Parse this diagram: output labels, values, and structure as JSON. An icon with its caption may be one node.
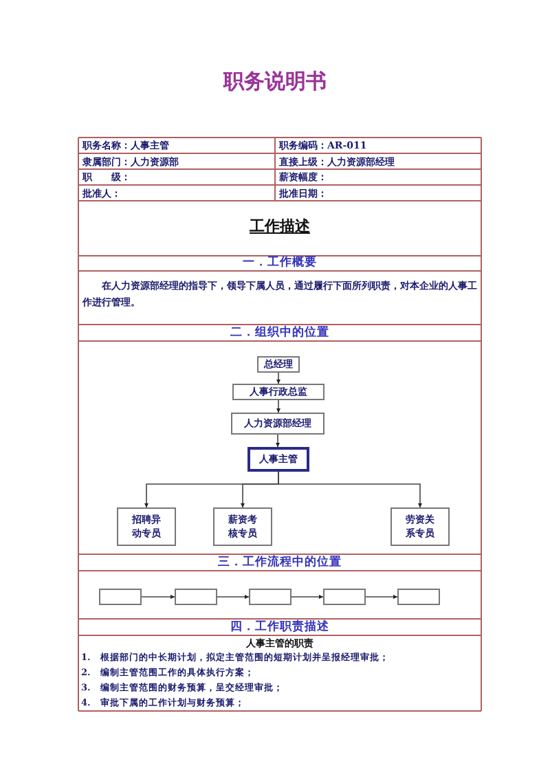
{
  "diagram": {
    "title": "职务说明书",
    "nodes": [
      {
        "text": [
          "总经理"
        ]
      },
      {
        "text": [
          "人事行政总监"
        ]
      },
      {
        "text": [
          "人力资源部经理"
        ]
      },
      {
        "text": [
          "人事主管"
        ]
      },
      {
        "text": [
          "招聘异动专员"
        ]
      },
      {
        "text": [
          "薪资考核专员"
        ]
      },
      {
        "text": [
          "劳资关系专员"
        ]
      },
      {
        "text": [],
        "shape": "box"
      },
      {
        "text": [],
        "shape": "box"
      },
      {
        "text": [],
        "shape": "box"
      },
      {
        "text": [],
        "shape": "box"
      },
      {
        "text": [],
        "shape": "box"
      }
    ],
    "edges": [
      {
        "from": 0,
        "to": 1,
        "arrow": "to"
      },
      {
        "from": 1,
        "to": 2,
        "arrow": "to"
      },
      {
        "from": 2,
        "to": 3,
        "arrow": "to"
      },
      {
        "from": 3,
        "to": 4,
        "arrow": "to"
      },
      {
        "from": 3,
        "to": 5,
        "arrow": "to"
      },
      {
        "from": 3,
        "to": 6,
        "arrow": "to"
      },
      {
        "from": 7,
        "to": 8,
        "arrow": "to"
      },
      {
        "from": 8,
        "to": 9,
        "arrow": "to"
      },
      {
        "from": 9,
        "to": 10,
        "arrow": "to"
      },
      {
        "from": 10,
        "to": 11,
        "arrow": "to"
      }
    ],
    "labels": [
      "职务名称：人事主管",
      "职务编码：AR-011",
      "隶属部门：人力资源部",
      "直接上级：人力资源部经理",
      "职　　级：",
      "薪资幅度：",
      "批准人：",
      "批准日期：",
      "工作描述",
      "一．工作概要",
      "在人力资源部经理的指导下，领导下属人员，通过履行下面所列职责，对本企业的人事工作进行管理。",
      "二．组织中的位置",
      "三．工作流程中的位置",
      "四．工作职责描述",
      "人事主管的职责",
      "1.　根据部门的中长期计划，拟定主管范围的短期计划并呈报经理审批；",
      "2.　编制主管范围工作的具体执行方案；",
      "3.　编制主管范围的财务预算，呈交经理审批；",
      "4.　审批下属的工作计划与财务预算；"
    ]
  }
}
